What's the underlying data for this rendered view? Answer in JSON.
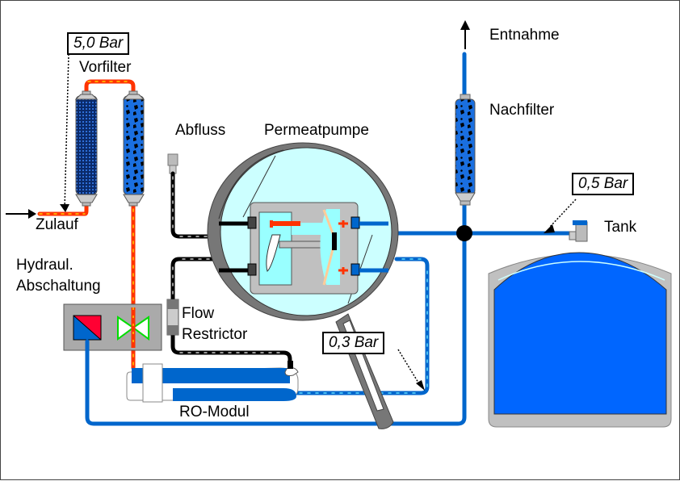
{
  "diagram": {
    "title": "Umkehrosmose-Anlage mit Permeatpumpe",
    "labels": {
      "inlet": "Zulauf",
      "prefilter": "Vorfilter",
      "drain": "Abfluss",
      "permeate_pump": "Permeatpumpe",
      "hydraulic_shutoff_line1": "Hydraul.",
      "hydraulic_shutoff_line2": "Abschaltung",
      "flow_restrictor_line1": "Flow",
      "flow_restrictor_line2": "Restrictor",
      "ro_module": "RO-Modul",
      "outlet": "Entnahme",
      "postfilter": "Nachfilter",
      "tank": "Tank"
    },
    "pressures": {
      "inlet": "5,0 Bar",
      "tank": "0,5 Bar",
      "permeate": "0,3 Bar"
    },
    "colors": {
      "feed_water": "#ff3300",
      "flow_marker": "#ffcc00",
      "permeate": "#0066cc",
      "concentrate": "#000000",
      "tank_water": "#0066ff",
      "housing": "#c0c0c0",
      "magnifier_lens": "#ccffff",
      "valve_green": "#00dd00",
      "switch_red": "#ff0033"
    },
    "icons": [
      "arrow-right-icon",
      "arrow-up-icon",
      "filter-cartridge-icon",
      "valve-icon",
      "magnifier-icon",
      "tank-icon",
      "junction-icon"
    ]
  }
}
